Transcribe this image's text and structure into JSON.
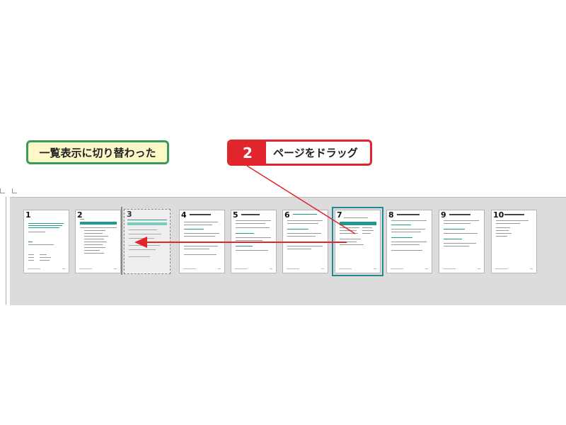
{
  "callout_note": {
    "text": "一覧表示に切り替わった"
  },
  "step_callout": {
    "number": "2",
    "text": "ページをドラッグ"
  },
  "slides": [
    {
      "number": "1"
    },
    {
      "number": "2"
    },
    {
      "number": "3"
    },
    {
      "number": "4"
    },
    {
      "number": "5"
    },
    {
      "number": "6"
    },
    {
      "number": "7",
      "selected": true
    },
    {
      "number": "8"
    },
    {
      "number": "9"
    },
    {
      "number": "10"
    }
  ],
  "colors": {
    "accent_red": "#e0262c",
    "note_border": "#3a9a5b",
    "note_fill": "#fdf8c8",
    "selection": "#1f8a92"
  }
}
